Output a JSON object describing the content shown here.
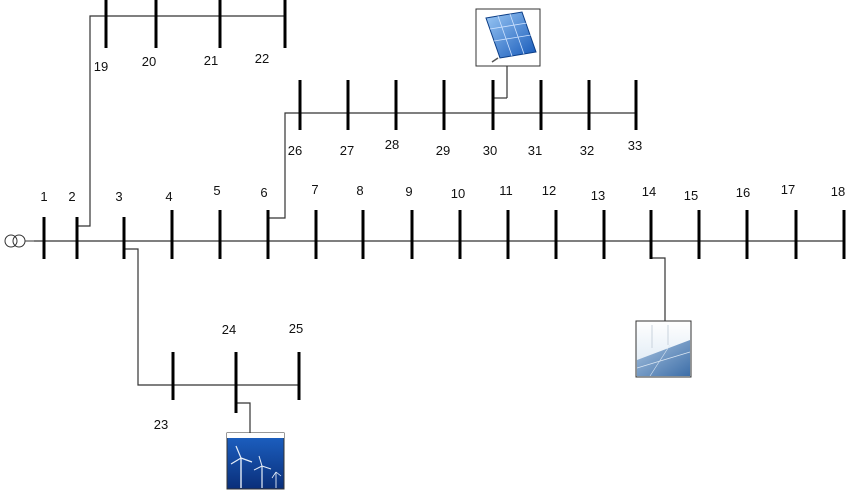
{
  "diagram": {
    "type": "IEEE 33-bus radial distribution network",
    "colors": {
      "line": "#333333",
      "bus": "#000000",
      "label": "#111111"
    },
    "buses": [
      "1",
      "2",
      "3",
      "4",
      "5",
      "6",
      "7",
      "8",
      "9",
      "10",
      "11",
      "12",
      "13",
      "14",
      "15",
      "16",
      "17",
      "18",
      "19",
      "20",
      "21",
      "22",
      "23",
      "24",
      "25",
      "26",
      "27",
      "28",
      "29",
      "30",
      "31",
      "32",
      "33"
    ],
    "branches": [
      [
        "1",
        "2"
      ],
      [
        "2",
        "3"
      ],
      [
        "3",
        "4"
      ],
      [
        "4",
        "5"
      ],
      [
        "5",
        "6"
      ],
      [
        "6",
        "7"
      ],
      [
        "7",
        "8"
      ],
      [
        "8",
        "9"
      ],
      [
        "9",
        "10"
      ],
      [
        "10",
        "11"
      ],
      [
        "11",
        "12"
      ],
      [
        "12",
        "13"
      ],
      [
        "13",
        "14"
      ],
      [
        "14",
        "15"
      ],
      [
        "15",
        "16"
      ],
      [
        "16",
        "17"
      ],
      [
        "17",
        "18"
      ],
      [
        "2",
        "19"
      ],
      [
        "19",
        "20"
      ],
      [
        "20",
        "21"
      ],
      [
        "21",
        "22"
      ],
      [
        "3",
        "23"
      ],
      [
        "23",
        "24"
      ],
      [
        "24",
        "25"
      ],
      [
        "6",
        "26"
      ],
      [
        "26",
        "27"
      ],
      [
        "27",
        "28"
      ],
      [
        "28",
        "29"
      ],
      [
        "29",
        "30"
      ],
      [
        "30",
        "31"
      ],
      [
        "31",
        "32"
      ],
      [
        "32",
        "33"
      ]
    ],
    "generators": [
      {
        "bus": "30",
        "kind": "solar-pv",
        "icon": "solar-panel-icon"
      },
      {
        "bus": "14",
        "kind": "solar-farm",
        "icon": "solar-farm-icon"
      },
      {
        "bus": "24",
        "kind": "wind-turbine",
        "icon": "wind-turbine-icon"
      }
    ],
    "source": {
      "bus": "1",
      "icon": "transformer-icon"
    }
  }
}
